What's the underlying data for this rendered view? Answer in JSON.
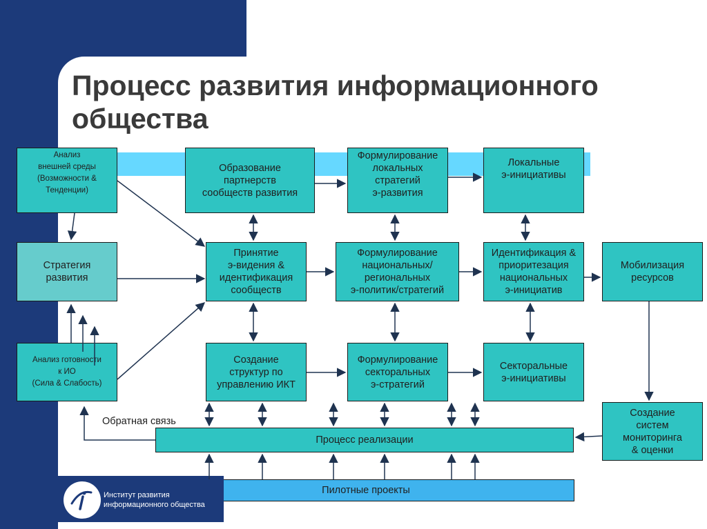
{
  "title": "Процесс развития информационного общества",
  "boxes": {
    "environment_analysis": "Анализ\nвнешней среды\n(Возможности &\nТенденции)",
    "development_strategy": "Стратегия\nразвития",
    "readiness_analysis": "Анализ готовности\nк ИО\n(Сила & Слабость)",
    "partnerships": "Образование\nпартнерств\nсообществ развития",
    "local_strategies": "Формулирование\nлокальных\nстратегий\nэ-развития",
    "local_initiatives": "Локальные\nэ-инициативы",
    "vision": "Принятие\nэ-видения &\nидентификация\nсообществ",
    "national_policies": "Формулирование\nнациональных/\nрегиональных\nэ-политик/стратегий",
    "initiative_identification": "Идентификация &\nприоритезация\nнациональных\nэ-инициатив",
    "resource_mobilization": "Мобилизация\nресурсов",
    "ict_structures": "Создание\nструктур по\nуправлению ИКТ",
    "sectoral_strategies": "Формулирование\nсекторальных\nэ-стратегий",
    "sectoral_initiatives": "Секторальные\nэ-инициативы",
    "monitoring": "Создание\nсистем\nмониторинга\n& оценки"
  },
  "implementation_process": "Процесс реализации",
  "pilot_projects": "Пилотные проекты",
  "feedback_label": "Обратная связь",
  "logo_text": "Институт развития\nинформационного общества",
  "colors": {
    "navy": "#1c3a7a",
    "box_teal": "#2fc4c2",
    "box_light_teal": "#66cccc",
    "stripe_cyan": "#66d8ff",
    "pilot_blue": "#3fb3ee",
    "title_gray": "#3a3a3a",
    "arrow": "#1f3350"
  }
}
